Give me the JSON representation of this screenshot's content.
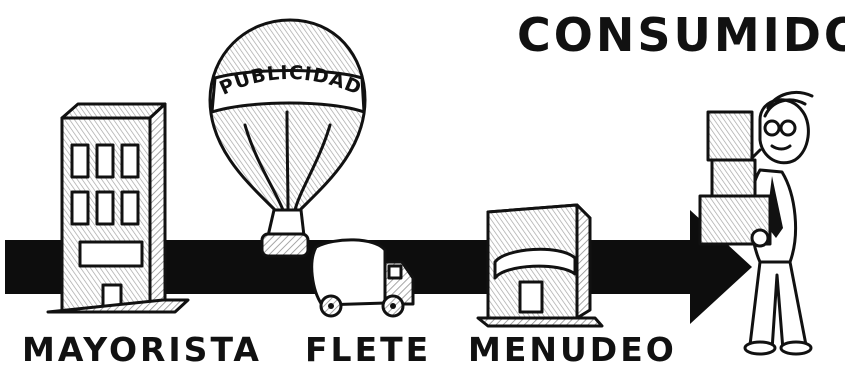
{
  "consumer": {
    "title": "CONSUMIDOR"
  },
  "balloon": {
    "label": "PUBLICIDAD"
  },
  "stages": {
    "wholesaler": "MAYORISTA",
    "freight": "FLETE",
    "retail": "MENUDEO"
  },
  "colors": {
    "ink": "#111111",
    "arrow": "#0d0d0d",
    "hatch": "#9a9a9a",
    "background": "#ffffff"
  },
  "icons": [
    "office-building-icon",
    "hot-air-balloon-icon",
    "delivery-truck-icon",
    "storefront-icon",
    "consumer-person-icon",
    "flow-arrow-icon"
  ]
}
